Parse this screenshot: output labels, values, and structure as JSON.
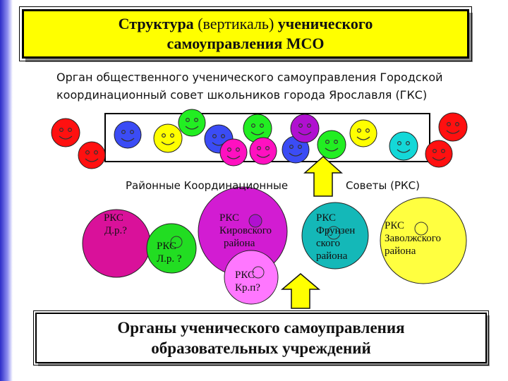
{
  "title": {
    "line1_bold_a": "Структура",
    "line1_light": "(вертикаль)",
    "line1_bold_b": "ученического",
    "line2": "самоуправления МСО"
  },
  "subtitle": {
    "line1": "Орган общественного ученического самоуправления Городской",
    "line2": "координационный совет школьников города Ярославля (ГКС)"
  },
  "district_label_left": "Районные Координационные",
  "district_label_right": "Советы (РКС)",
  "district_councils": [
    {
      "line1": "РКС",
      "line2": "Д.р.?",
      "color": "#d9119a"
    },
    {
      "line1": "РКС",
      "line2": "Л.р. ?",
      "color": "#22dd22"
    },
    {
      "line1": "РКС",
      "line2": "Кировского",
      "line3": "района",
      "color": "#d21cd2"
    },
    {
      "line1": "РКС",
      "line2": "Кр.п?",
      "color": "#ff77ff"
    },
    {
      "line1": "РКС",
      "line2": "Фрунзен",
      "line3": "ского",
      "line4": "района",
      "color": "#14b8b8"
    },
    {
      "line1": "РКС",
      "line2": "Заволжского",
      "line3": "района",
      "color": "#ffff40"
    }
  ],
  "bottom": {
    "line1": "Органы ученического самоуправления",
    "line2": "образовательных учреждений"
  },
  "colors": {
    "title_bg": "#ffff00",
    "arrow_fill": "#ffff00",
    "smiley_red": "#ff1010",
    "smiley_blue": "#3b4cf5",
    "smiley_yellow": "#ffff00",
    "smiley_green": "#22ee22",
    "smiley_magenta": "#ff10c0",
    "smiley_purple": "#b010d0",
    "smiley_cyan": "#14d8d8"
  }
}
